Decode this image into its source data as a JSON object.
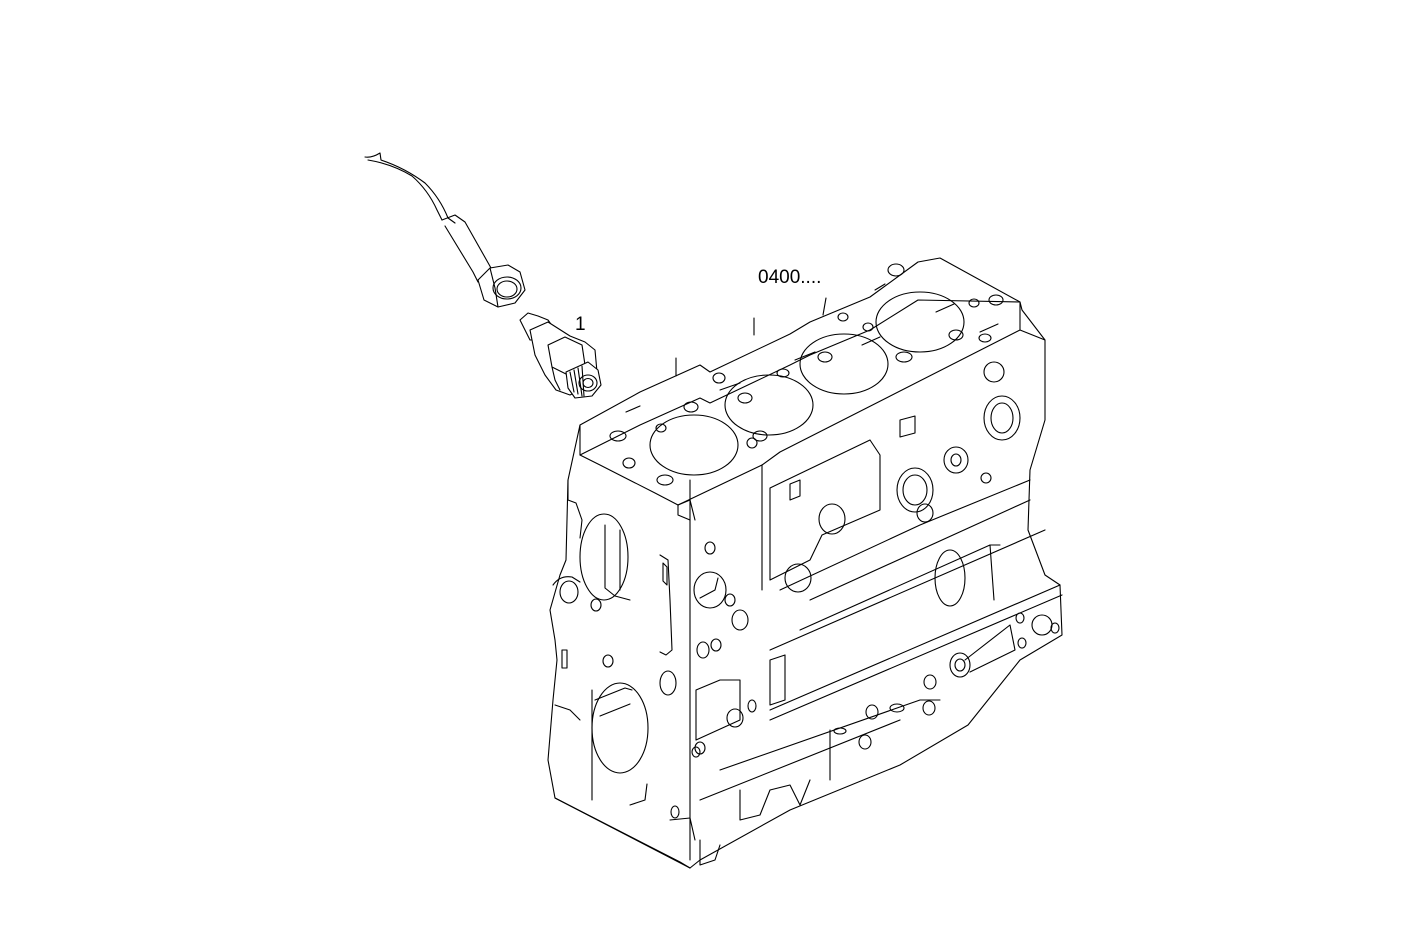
{
  "diagram": {
    "type": "exploded-parts-diagram",
    "background": "#ffffff",
    "line_color": "#000000",
    "parts": [
      {
        "callout": "1",
        "description": "sensor-with-connector-cable"
      },
      {
        "callout": "0400....",
        "description": "engine-cylinder-block"
      }
    ],
    "labels": {
      "sensor_callout": "1",
      "block_reference": "0400...."
    }
  }
}
